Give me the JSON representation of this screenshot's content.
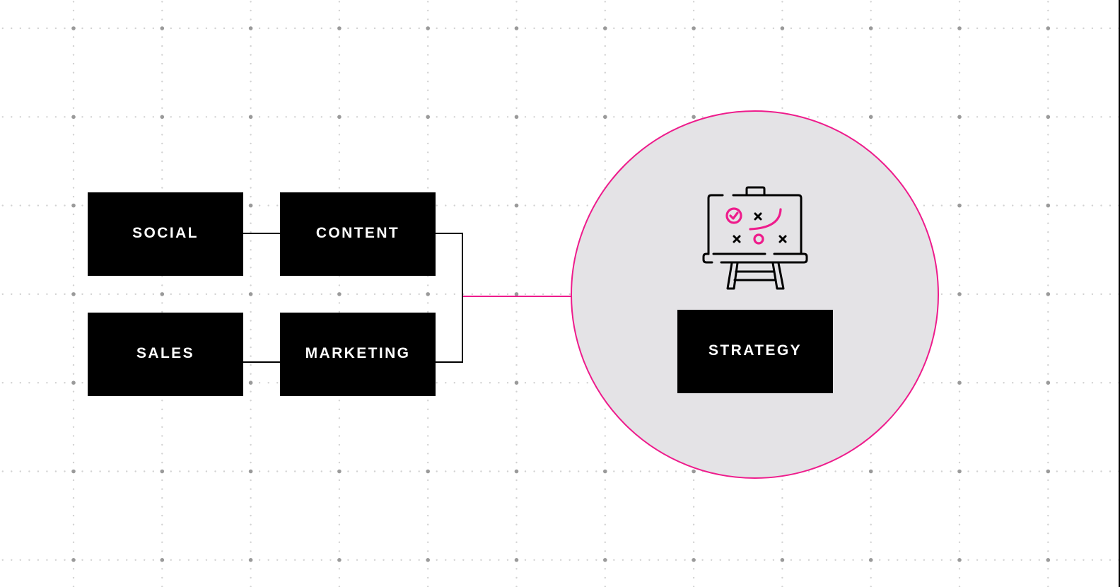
{
  "diagram": {
    "nodes": [
      {
        "id": "social",
        "label": "SOCIAL"
      },
      {
        "id": "content",
        "label": "CONTENT"
      },
      {
        "id": "sales",
        "label": "SALES"
      },
      {
        "id": "marketing",
        "label": "MARKETING"
      },
      {
        "id": "strategy",
        "label": "STRATEGY"
      }
    ],
    "edges": [
      {
        "from": "social",
        "to": "content"
      },
      {
        "from": "sales",
        "to": "marketing"
      },
      {
        "from": "content",
        "to": "strategy"
      },
      {
        "from": "marketing",
        "to": "strategy"
      }
    ],
    "hub_icon": "strategy-easel-icon"
  },
  "colors": {
    "accent": "#EE1C8C",
    "box": "#000000",
    "box_text": "#FFFFFF",
    "circle_fill": "#E4E3E6",
    "grid_major_dot": "#9A9A9A",
    "grid_minor_dot": "#D2D2D2",
    "background": "#FFFFFF"
  }
}
